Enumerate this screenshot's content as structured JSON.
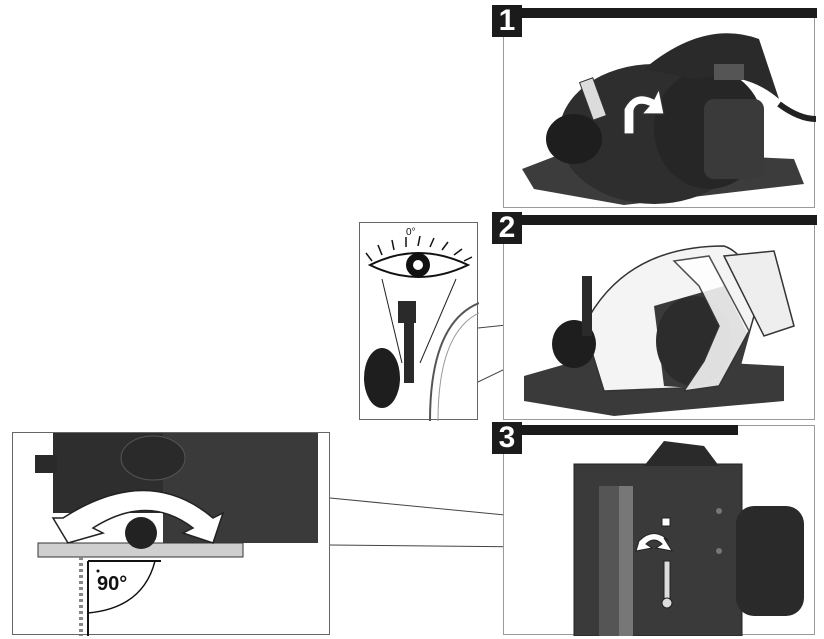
{
  "steps": [
    {
      "number": "1"
    },
    {
      "number": "2"
    },
    {
      "number": "3"
    }
  ],
  "eye_inset": {
    "angle_label": "0°"
  },
  "bevel_detail": {
    "angle_label": "90°"
  }
}
